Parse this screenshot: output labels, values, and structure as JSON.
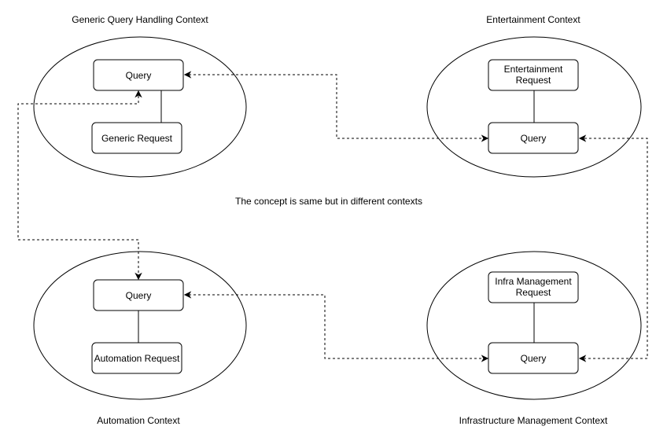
{
  "diagram": {
    "caption": "The concept is same but in different contexts",
    "contexts": {
      "generic": {
        "title": "Generic Query Handling Context",
        "query": "Query",
        "request": "Generic Request"
      },
      "entertainment": {
        "title": "Entertainment Context",
        "query": "Query",
        "request_line1": "Entertainment",
        "request_line2": "Request"
      },
      "automation": {
        "title": "Automation Context",
        "query": "Query",
        "request": "Automation Request"
      },
      "infra": {
        "title": "Infrastructure Management Context",
        "query": "Query",
        "request_line1": "Infra Management",
        "request_line2": "Request"
      }
    }
  }
}
